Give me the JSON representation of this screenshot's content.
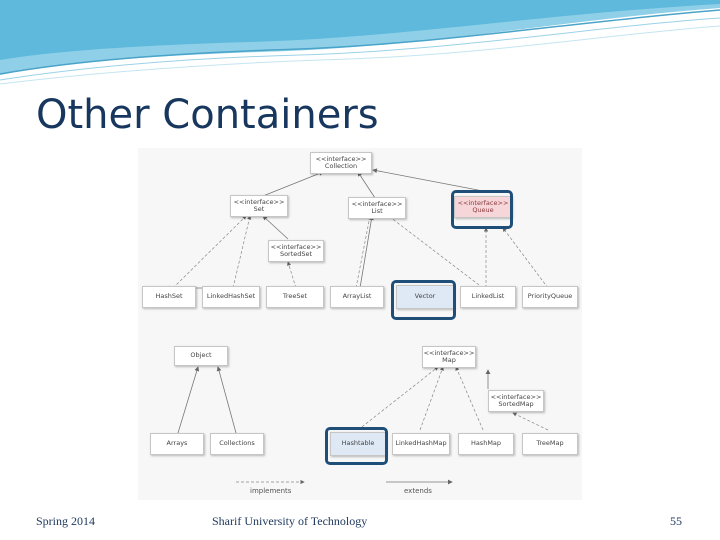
{
  "slide": {
    "title": "Other Containers",
    "footer_left": "Spring 2014",
    "footer_center": "Sharif University of Technology",
    "page_number": "55"
  },
  "diagram": {
    "nodes": {
      "collection": {
        "stereotype": "<<interface>>",
        "name": "Collection"
      },
      "set": {
        "stereotype": "<<interface>>",
        "name": "Set"
      },
      "list": {
        "stereotype": "<<interface>>",
        "name": "List"
      },
      "queue": {
        "stereotype": "<<interface>>",
        "name": "Queue"
      },
      "sortedset": {
        "stereotype": "<<interface>>",
        "name": "SortedSet"
      },
      "hashset": {
        "name": "HashSet"
      },
      "linkedhashset": {
        "name": "LinkedHashSet"
      },
      "treeset": {
        "name": "TreeSet"
      },
      "arraylist": {
        "name": "ArrayList"
      },
      "vector": {
        "name": "Vector"
      },
      "linkedlist": {
        "name": "LinkedList"
      },
      "priorityqueue": {
        "name": "PriorityQueue"
      },
      "object": {
        "name": "Object"
      },
      "map": {
        "stereotype": "<<interface>>",
        "name": "Map"
      },
      "sortedmap": {
        "stereotype": "<<interface>>",
        "name": "SortedMap"
      },
      "arrays": {
        "name": "Arrays"
      },
      "collections": {
        "name": "Collections"
      },
      "hashtable": {
        "name": "Hashtable"
      },
      "linkedhashmap": {
        "name": "LinkedHashMap"
      },
      "hashmap": {
        "name": "HashMap"
      },
      "treemap": {
        "name": "TreeMap"
      }
    },
    "legend": {
      "implements": "implements",
      "extends": "extends"
    },
    "highlighted": [
      "queue",
      "vector",
      "hashtable"
    ]
  }
}
